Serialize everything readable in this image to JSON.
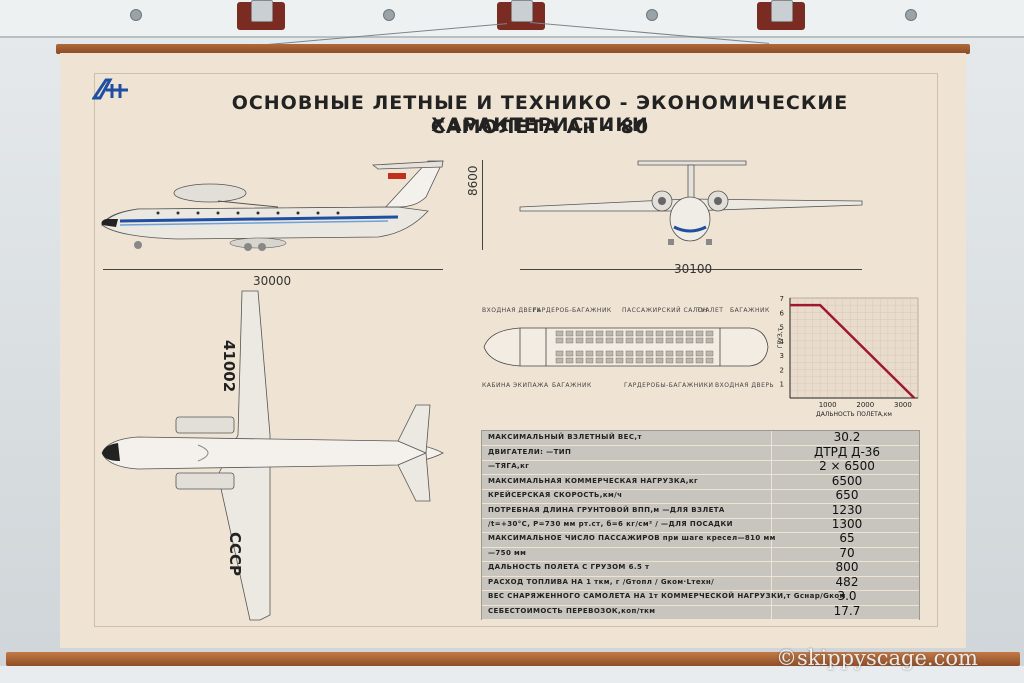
{
  "title": {
    "line1": "ОСНОВНЫЕ ЛЕТНЫЕ И ТЕХНИКО - ЭКОНОМИЧЕСКИЕ ХАРАКТЕРИСТИКИ",
    "line2": "САМОЛЕТА Ан - 80"
  },
  "dimensions": {
    "length": "30000",
    "span": "30100",
    "height": "8600"
  },
  "aircraft_markings": {
    "registration": "41002",
    "country": "СССР"
  },
  "cabin_labels_top": [
    "ВХОДНАЯ ДВЕРЬ",
    "ГАРДЕРОБ-БАГАЖНИК",
    "ПАССАЖИРСКИЙ САЛОН",
    "ТУАЛЕТ",
    "БАГАЖНИК"
  ],
  "cabin_labels_bottom": [
    "КАБИНА ЭКИПАЖА",
    "БАГАЖНИК",
    "ГАРДЕРОБЫ-БАГАЖНИКИ",
    "ВХОДНАЯ ДВЕРЬ"
  ],
  "chart_data": {
    "type": "line",
    "xlabel": "ДАЛЬНОСТЬ ПОЛЕТА,км",
    "ylabel": "ГРУЗ,т",
    "x_ticks": [
      "1000",
      "2000",
      "3000"
    ],
    "y_ticks": [
      "1",
      "2",
      "3",
      "4",
      "5",
      "6",
      "7"
    ],
    "xlim": [
      0,
      3400
    ],
    "ylim": [
      0,
      7
    ],
    "series": [
      {
        "x": [
          0,
          800,
          3300
        ],
        "y": [
          6.5,
          6.5,
          0
        ],
        "color": "#a01830"
      }
    ]
  },
  "specs": [
    {
      "label": "МАКСИМАЛЬНЫЙ ВЗЛЕТНЫЙ ВЕС,т",
      "value": "30.2"
    },
    {
      "label": "ДВИГАТЕЛИ:      —ТИП",
      "value": "ДТРД     Д-36"
    },
    {
      "label": "                —ТЯГА,кг",
      "value": "2 × 6500"
    },
    {
      "label": "МАКСИМАЛЬНАЯ КОММЕРЧЕСКАЯ НАГРУЗКА,кг",
      "value": "6500"
    },
    {
      "label": "КРЕЙСЕРСКАЯ СКОРОСТЬ,км/ч",
      "value": "650"
    },
    {
      "label": "ПОТРЕБНАЯ ДЛИНА ГРУНТОВОЙ ВПП,м   —ДЛЯ ВЗЛЕТА",
      "value": "1230"
    },
    {
      "label": "/t=+30°C, P=730 мм рт.ст, б=6 кг/см² /   —ДЛЯ ПОСАДКИ",
      "value": "1300"
    },
    {
      "label": "МАКСИМАЛЬНОЕ ЧИСЛО ПАССАЖИРОВ при шаге кресел—810 мм",
      "value": "65"
    },
    {
      "label": "                                      —750 мм",
      "value": "70"
    },
    {
      "label": "ДАЛЬНОСТЬ ПОЛЕТА С ГРУЗОМ 6.5 т",
      "value": "800"
    },
    {
      "label": "РАСХОД ТОПЛИВА НА 1 ткм, г   /Gтопл / Gком·Lтехн/",
      "value": "482"
    },
    {
      "label": "ВЕС СНАРЯЖЕННОГО САМОЛЕТА НА 1т КОММЕРЧЕСКОЙ НАГРУЗКИ,т  Gснар/Gком",
      "value": "3.0"
    },
    {
      "label": "СЕБЕСТОИМОСТЬ ПЕРЕВОЗОК,коп/ткм",
      "value": "17.7"
    }
  ],
  "watermark": "©skippyscage.com",
  "colors": {
    "poster": "#efe4d4",
    "stripe": "#1f4fa0",
    "tail_flag": "#c0301c",
    "chart_line": "#a01830"
  }
}
